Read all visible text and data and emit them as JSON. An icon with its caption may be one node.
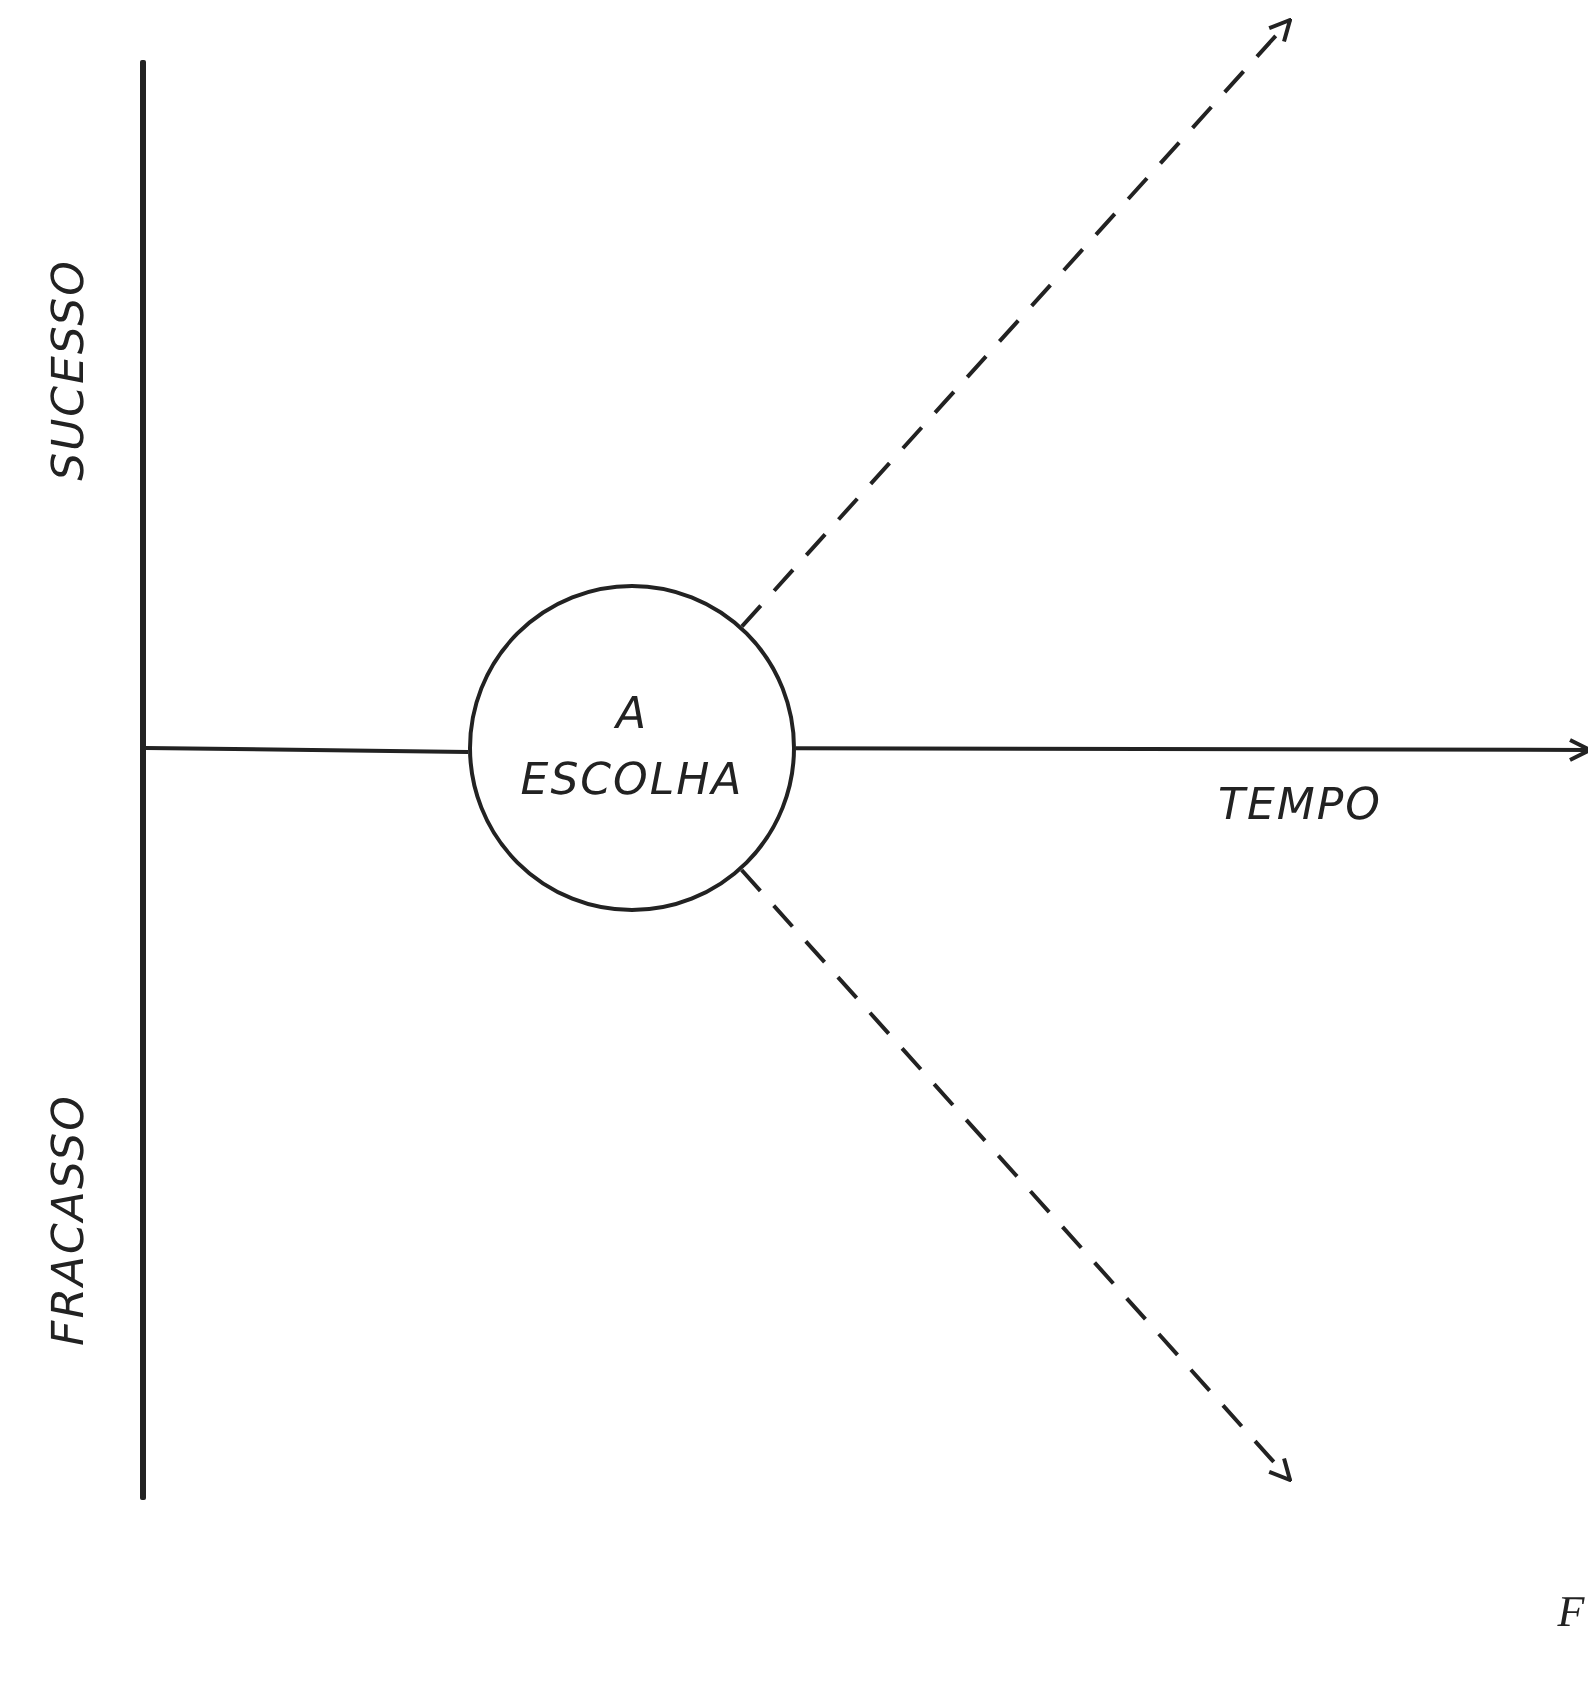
{
  "diagram": {
    "nodes": [
      {
        "text": [
          "A ESCOLHA"
        ]
      },
      {
        "text": [],
        "shape": "bar"
      }
    ],
    "edges": [
      {
        "from": 1,
        "to": 0,
        "arrow": "none"
      },
      {
        "from": 0,
        "to": null,
        "arrow": "to"
      },
      {
        "from": 0,
        "to": null,
        "arrow": "to",
        "style": "dashed"
      },
      {
        "from": 0,
        "to": null,
        "arrow": "to",
        "style": "dashed"
      }
    ],
    "labels": [
      "SUCESSO",
      "FRACASSO",
      "TEMPO",
      "F"
    ]
  }
}
